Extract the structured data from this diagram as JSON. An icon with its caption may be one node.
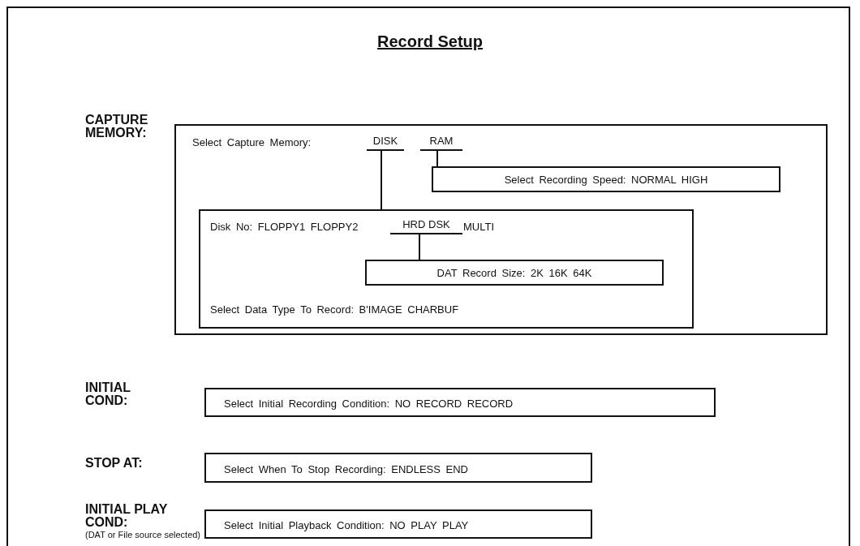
{
  "diagram": {
    "title": "Record Setup",
    "nodes": [
      {
        "text": [
          "Select Capture Memory:"
        ]
      },
      {
        "text": [
          "DISK"
        ],
        "in": 0
      },
      {
        "text": [
          "RAM"
        ],
        "in": 0
      },
      {
        "text": [
          "Select Recording Speed: NORMAL HIGH"
        ],
        "in": 0
      },
      {
        "text": [
          "Disk No: FLOPPY1 FLOPPY2",
          "MULTI",
          "Select Data Type To Record: B'IMAGE CHARBUF"
        ],
        "in": 0
      },
      {
        "text": [
          "HRD DSK"
        ],
        "in": 4
      },
      {
        "text": [
          "DAT Record Size: 2K 16K 64K"
        ],
        "in": 4
      },
      {
        "text": [
          "Select Initial Recording Condition: NO RECORD RECORD"
        ]
      },
      {
        "text": [
          "Select When To Stop Recording: ENDLESS END"
        ]
      },
      {
        "text": [
          "Select Initial Playback Condition: NO PLAY PLAY"
        ]
      }
    ],
    "edges": [
      {
        "from": 2,
        "to": 3,
        "arrow": "none"
      },
      {
        "from": 1,
        "to": 4,
        "arrow": "none"
      },
      {
        "from": 5,
        "to": 6,
        "arrow": "none"
      }
    ],
    "labels": [
      "CAPTURE MEMORY:",
      "INITIAL COND:",
      "STOP AT:",
      "INITIAL PLAY COND:",
      "(DAT or File source selected)"
    ]
  }
}
